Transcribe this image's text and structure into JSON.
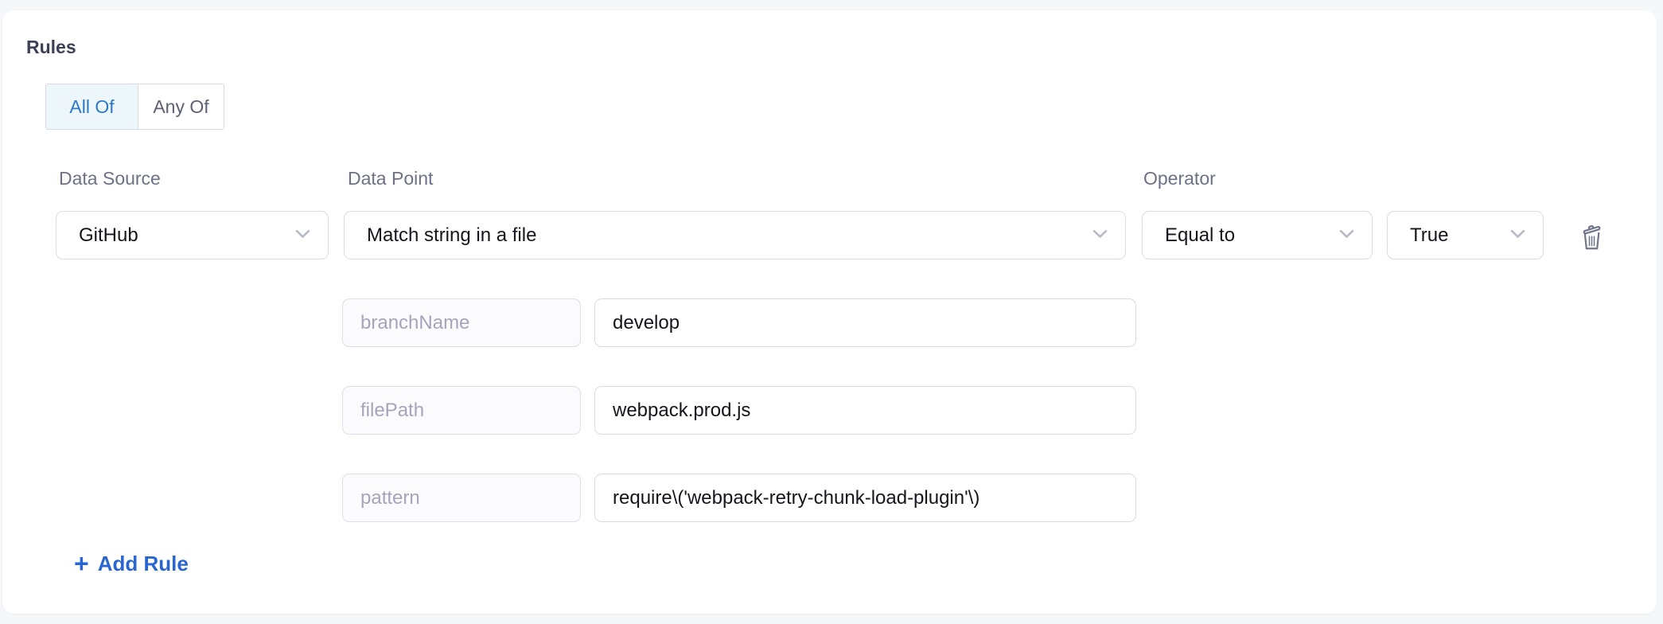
{
  "panel": {
    "title": "Rules"
  },
  "match_toggle": {
    "options": [
      {
        "label": "All Of",
        "selected": true
      },
      {
        "label": "Any Of",
        "selected": false
      }
    ]
  },
  "rule": {
    "data_source": {
      "label": "Data Source",
      "value": "GitHub"
    },
    "data_point": {
      "label": "Data Point",
      "value": "Match string in a file"
    },
    "operator": {
      "label": "Operator",
      "value": "Equal to"
    },
    "expected": {
      "value": "True"
    },
    "params": [
      {
        "key": "branchName",
        "value": "develop"
      },
      {
        "key": "filePath",
        "value": "webpack.prod.js"
      },
      {
        "key": "pattern",
        "value": "require\\('webpack-retry-chunk-load-plugin'\\)"
      }
    ]
  },
  "add_rule": {
    "icon": "+",
    "label": "Add Rule"
  },
  "colors": {
    "page_bg": "#f5f7fa",
    "card_bg": "#ffffff",
    "accent_blue": "#2b79c6",
    "link_blue": "#2a66cf",
    "active_segment_bg": "#edf6fb",
    "border": "#dbdce6",
    "muted_text": "#6c7186",
    "disabled_text": "#a4a5ba"
  }
}
